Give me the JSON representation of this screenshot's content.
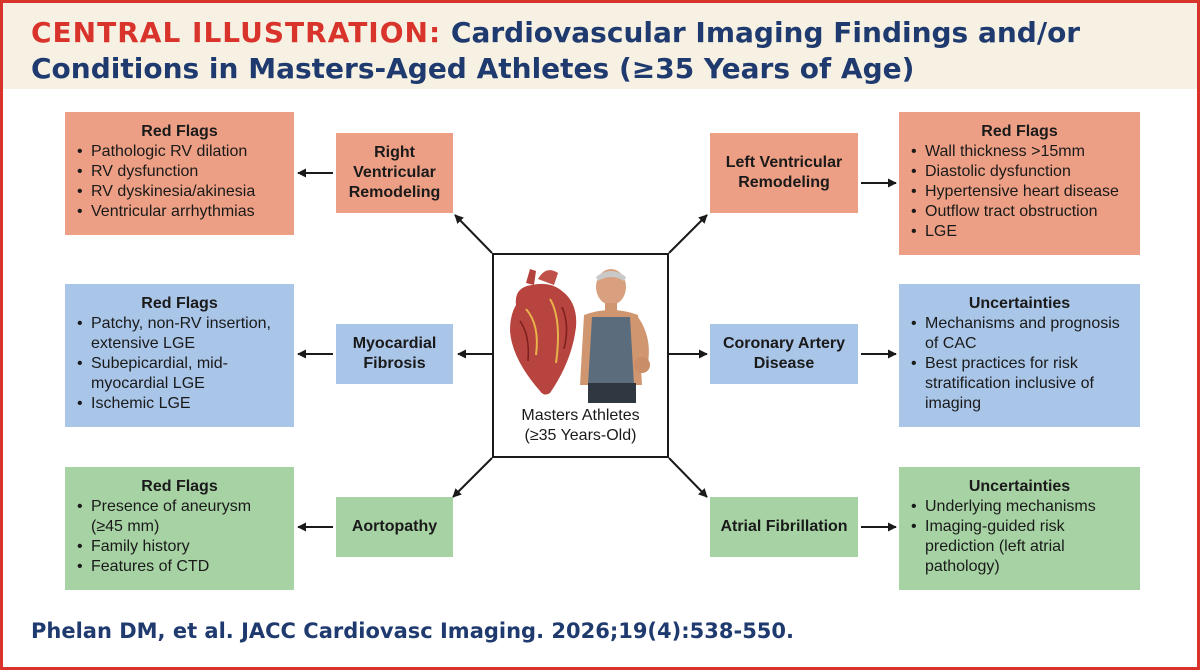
{
  "header": {
    "lead": "CENTRAL ILLUSTRATION:",
    "title_line1": "Cardiovascular Imaging Findings and/or",
    "title_line2": "Conditions in Masters-Aged Athletes (≥35 Years of Age)"
  },
  "center": {
    "caption_line1": "Masters Athletes",
    "caption_line2": "(≥35 Years-Old)"
  },
  "left": [
    {
      "condition": "Right Ventricular Remodeling",
      "panel_title": "Red Flags",
      "items": [
        "Pathologic RV dilation",
        "RV dysfunction",
        "RV dyskinesia/akinesia",
        "Ventricular arrhythmias"
      ]
    },
    {
      "condition": "Myocardial Fibrosis",
      "panel_title": "Red Flags",
      "items": [
        "Patchy, non-RV insertion, extensive LGE",
        "Subepicardial, mid-myocardial LGE",
        "Ischemic LGE"
      ]
    },
    {
      "condition": "Aortopathy",
      "panel_title": "Red Flags",
      "items": [
        "Presence of aneurysm (≥45 mm)",
        "Family history",
        "Features of CTD"
      ]
    }
  ],
  "right": [
    {
      "condition": "Left Ventricular Remodeling",
      "panel_title": "Red Flags",
      "items": [
        "Wall thickness >15mm",
        "Diastolic dysfunction",
        "Hypertensive heart disease",
        "Outflow tract obstruction",
        "LGE"
      ]
    },
    {
      "condition": "Coronary Artery Disease",
      "panel_title": "Uncertainties",
      "items": [
        "Mechanisms and prognosis of CAC",
        "Best practices for risk stratification inclusive of imaging"
      ]
    },
    {
      "condition": "Atrial Fibrillation",
      "panel_title": "Uncertainties",
      "items": [
        "Underlying mechanisms",
        "Imaging-guided risk prediction (left atrial pathology)"
      ]
    }
  ],
  "citation": "Phelan DM, et al. JACC Cardiovasc Imaging. 2026;19(4):538-550.",
  "colors": {
    "accent_red": "#d9342b",
    "navy": "#1f3a6e",
    "salmon": "#ec9f84",
    "blue": "#a9c5e8",
    "green": "#a7d2a4"
  }
}
